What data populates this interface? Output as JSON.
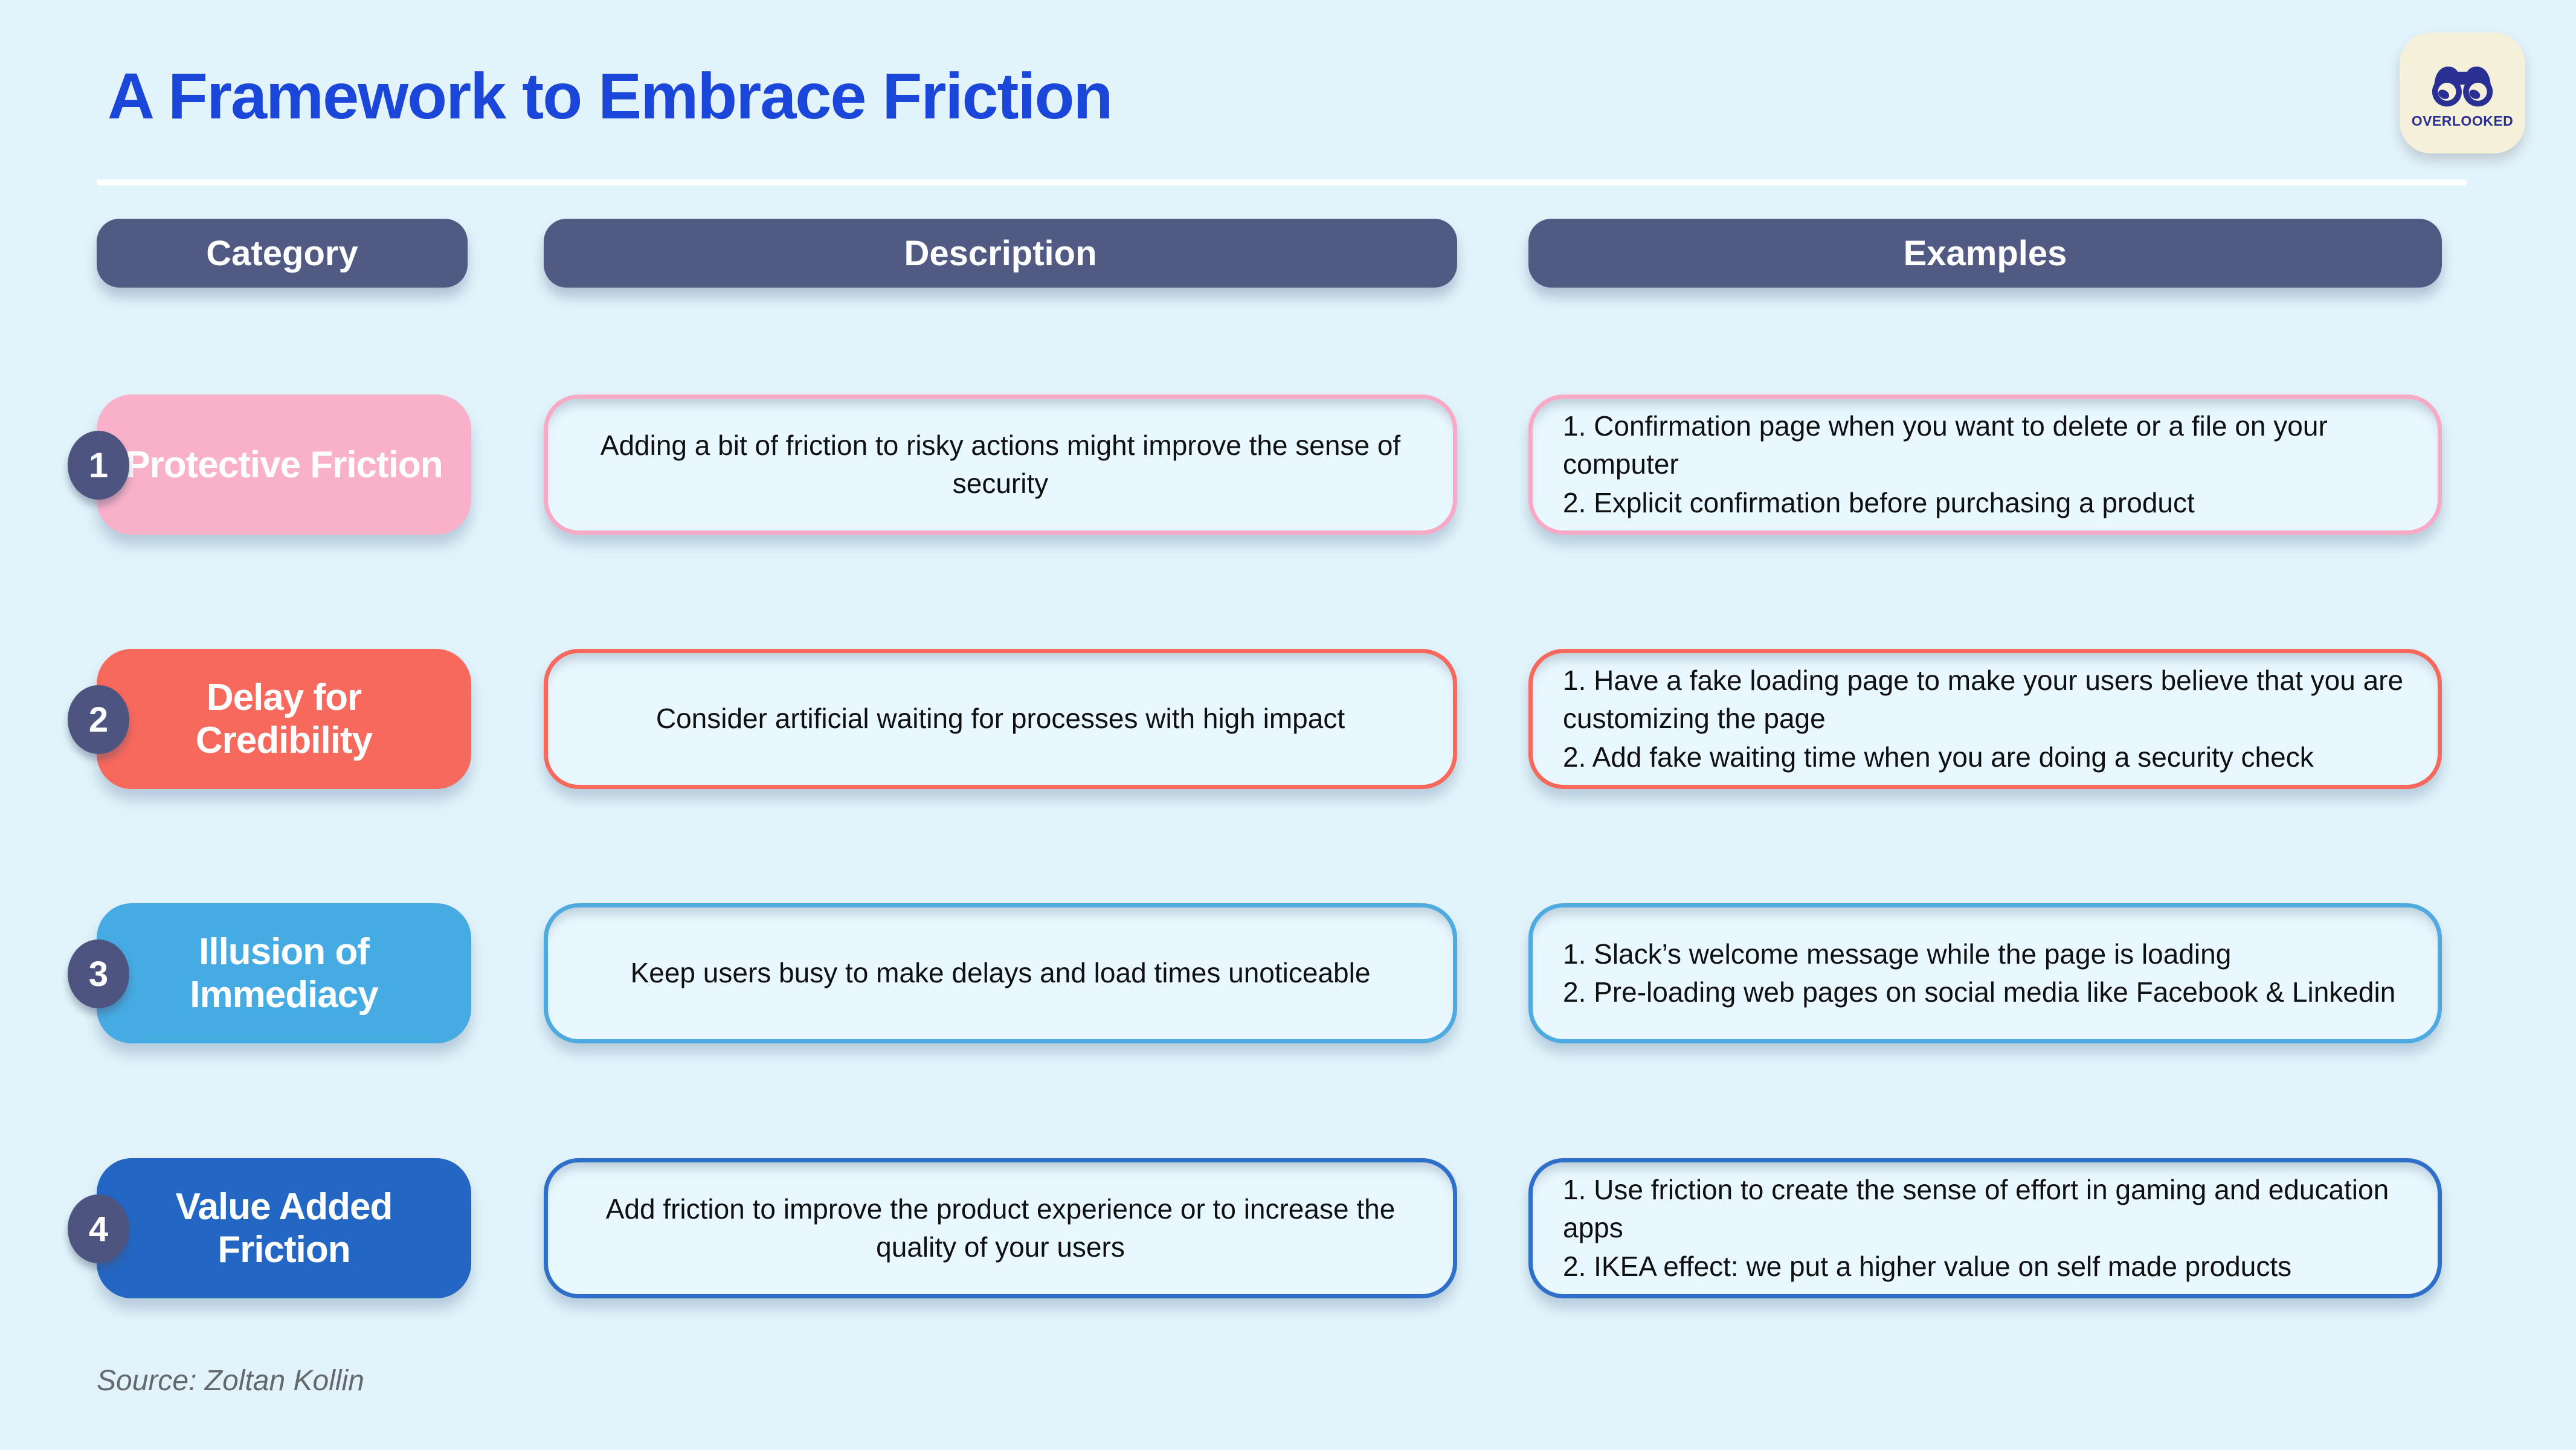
{
  "title": "A Framework to Embrace Friction",
  "logo": {
    "brand": "OVERLOOKED"
  },
  "colors": {
    "background": "#e2f3fb",
    "title_blue": "#1a46d9",
    "header_slate": "#515a83",
    "badge_slate": "#4d5480",
    "box_fill": "#e9f7fe",
    "row1_pink": "#f9b1c9",
    "row1_border": "#f7a9c5",
    "row2_coral": "#f7695c",
    "row2_border": "#f7695c",
    "row3_sky": "#46abe3",
    "row3_border": "#4fabdf",
    "row4_blue": "#2466c3",
    "row4_border": "#2e6fc9"
  },
  "table": {
    "headers": {
      "category": "Category",
      "description": "Description",
      "examples": "Examples"
    },
    "rows": [
      {
        "number": "1",
        "category": "Protective Friction",
        "pill_color": "#f9b1c9",
        "border_color": "#f7a9c5",
        "description": "Adding a bit of friction to risky actions might improve the sense of security",
        "examples": [
          "1. Confirmation page when you want to delete or a file on your computer",
          "2. Explicit confirmation before purchasing a product"
        ]
      },
      {
        "number": "2",
        "category": "Delay for Credibility",
        "pill_color": "#f7695c",
        "border_color": "#f7695c",
        "description": "Consider artificial waiting for processes with high impact",
        "examples": [
          "1. Have a fake loading page to make your users believe that you are customizing the page",
          "2. Add fake waiting time when you are doing a security check"
        ]
      },
      {
        "number": "3",
        "category": "Illusion of Immediacy",
        "pill_color": "#46abe3",
        "border_color": "#4fabdf",
        "description": "Keep users busy to make delays and load times unoticeable",
        "examples": [
          "1. Slack’s welcome message while the page is loading",
          "2. Pre-loading web pages on social media like Facebook & Linkedin"
        ]
      },
      {
        "number": "4",
        "category": "Value Added Friction",
        "pill_color": "#2466c3",
        "border_color": "#2e6fc9",
        "description": "Add friction to improve the product experience or to increase the quality of your users",
        "examples": [
          "1. Use friction to create the sense of effort in gaming and education apps",
          "2. IKEA effect: we put a higher value on self made products"
        ]
      }
    ]
  },
  "source": "Source: Zoltan Kollin"
}
